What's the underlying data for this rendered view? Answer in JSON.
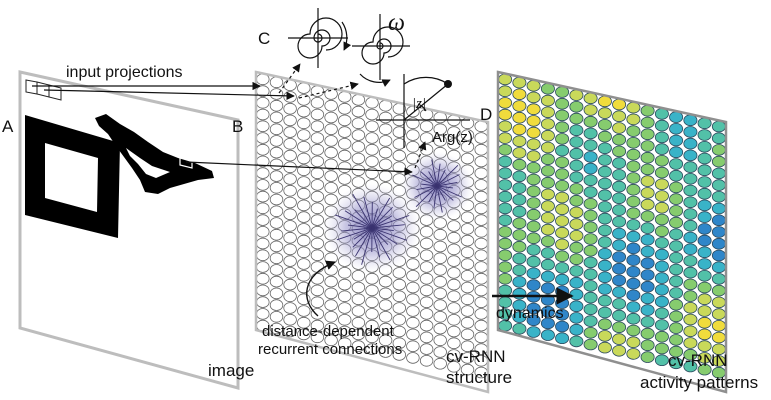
{
  "labels": {
    "panel_a": "A",
    "panel_b": "B",
    "panel_c": "C",
    "panel_d": "D",
    "input_projections": "input projections",
    "image": "image",
    "structure_line1": "cv-RNN",
    "structure_line2": "structure",
    "activity_line1": "cv-RNN",
    "activity_line2": "activity patterns",
    "dynamics": "dynamics",
    "recurrent_line1": "distance-dependent",
    "recurrent_line2": "recurrent connections",
    "omega": "ω",
    "modulus": "|z|",
    "argument": "Arg(z)"
  },
  "colors": {
    "frame": "#bdbdbd",
    "grid_stroke": "#666666",
    "connection": "#3a3370",
    "blob": "#8a86c0",
    "activity_palette": [
      "#2f86c9",
      "#39b3c8",
      "#52c1a8",
      "#86cc6e",
      "#c9d95a",
      "#f0dc3c"
    ]
  }
}
